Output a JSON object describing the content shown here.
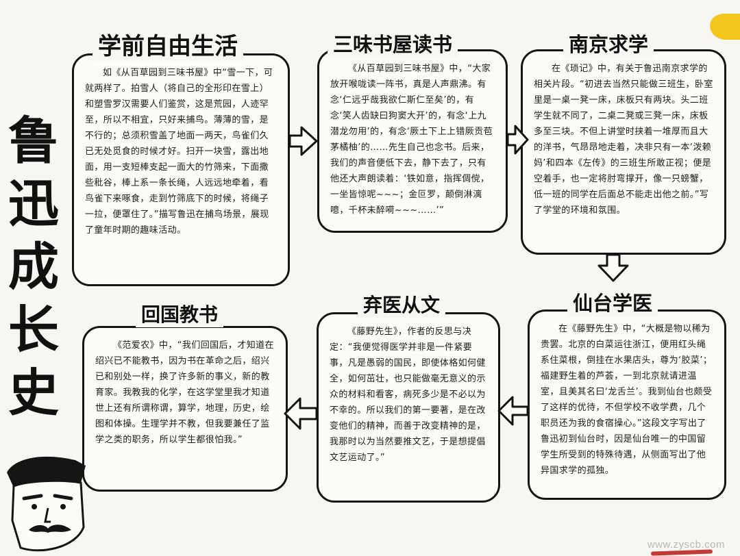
{
  "main_title": [
    "鲁",
    "迅",
    "成",
    "长",
    "史"
  ],
  "sections": [
    {
      "title": "学前自由生活",
      "text": "如《从百草园到三味书屋》中“雪一下，可就两样了。拍雪人（将自己的全形印在雪上）和塑雪罗汉需要人们鉴赏，这是荒园，人迹罕至，所以不相宜，只好来捕鸟。薄薄的雪，是不行的；总须积雪盖了地面一两天，鸟雀们久已无处觅食的时候才好。扫开一块雪，露出地面，用一支短棒支起一面大的竹筛来，下面撒些秕谷，棒上系一条长绳，人远远地牵着，看鸟雀下来啄食，走到竹筛底下的时候，将绳子一拉，便罩住了。”描写鲁迅在捕鸟场景，展现了童年时期的趣味活动。"
    },
    {
      "title": "三味书屋读书",
      "text": "《从百草园到三味书屋》中，“大家放开喉咙读一阵书，真是人声鼎沸。有念‘仁远乎哉我欲仁斯仁至矣’的，有念‘笑人齿缺曰狗窦大开’的，有念‘上九潜龙勿用’的，有念‘厥土下上上错厥贡苞茅橘柚’的……先生自己也念书。后来，我们的声音便低下去，静下去了，只有他还大声朗读着：‘铁如意，指挥倜傥，一坐皆惊呢~~~；金叵罗，颠倒淋漓噫，千杯未醉嗬~~~……’”"
    },
    {
      "title": "南京求学",
      "text": "在《琐记》中，有关于鲁迅南京求学的相关片段。“初进去当然只能做三班生，卧室里是一桌一凳一床，床板只有两块。头二班学生就不同了，二桌二凳或三凳一床，床板多至三块。不但上讲堂时挟着一堆厚而且大的洋书，气昂昂地走着，决非只有一本‘泼赖妈’和四本《左传》的三班生所敢正视；便是空着手，也一定将肘弯撑开，像一只螃蟹，低一班的同学在后面总不能走出他之前。”写了学堂的环境和氛围。"
    },
    {
      "title": "仙台学医",
      "text": "在《藤野先生》中，“大概是物以稀为贵罢。北京的白菜运往浙江，便用红头绳系住菜根，倒挂在水果店头，尊为‘胶菜’；福建野生着的芦荟，一到北京就请进温室，且美其名曰‘龙舌兰’。我到仙台也颇受了这样的优待，不但学校不收学费，几个职员还为我的食宿操心。”这段文字写出了鲁迅初到仙台时，因是仙台唯一的中国留学生所受到的特殊待遇，从侧面写出了他异国求学的孤独。"
    },
    {
      "title": "弃医从文",
      "text": "《藤野先生》，作者的反思与决定：“我便觉得医学并非是一件紧要事，凡是愚弱的国民，即使体格如何健全，如何茁壮，也只能做毫无意义的示众的材料和看客，病死多少是不必以为不幸的。所以我们的第一要著，是在改变他们的精神，而善于改变精神的是，我那时以为当然要推文艺，于是想提倡文艺运动了。”"
    },
    {
      "title": "回国教书",
      "text": "《范爱农》中，“我们回国后，才知道在绍兴已不能教书，因为书在革命之后，绍兴已和别处一样，换了许多新的事义，新的教育家。我教我的化学，在这学堂里我才知道世上还有所谓称谓，算学，地理，历史，绘图和体操。生理学并不教，但我要兼任了监学之类的职务，所以学生都很怕我。”"
    }
  ],
  "watermark": "www.zyscb.com"
}
